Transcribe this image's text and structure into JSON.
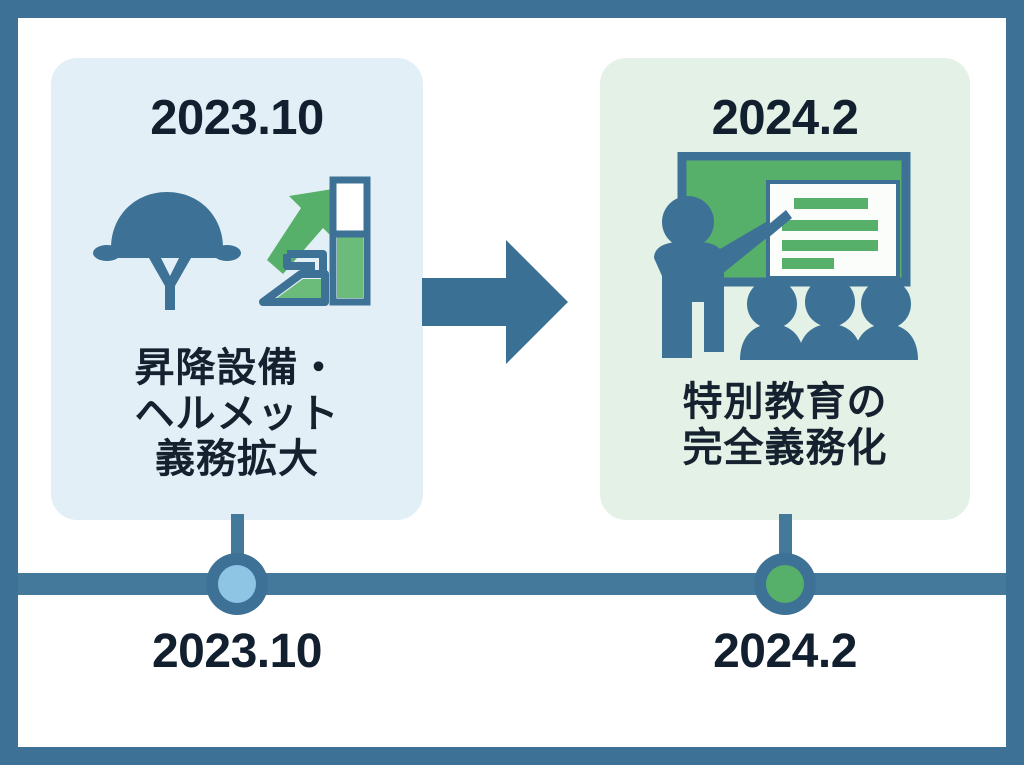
{
  "diagram": {
    "type": "timeline",
    "frame_color": "#3d7296",
    "canvas_color": "#ffffff",
    "axis_color": "#44799c"
  },
  "milestones": [
    {
      "id": "2023-10",
      "card_date": "2023.10",
      "card_label": "昇降設備・\nヘルメット\n義務拡大",
      "axis_label": "2023.10",
      "card_bg": "#e3eff7",
      "node_color": "#8ec4e4",
      "icon_name": "helmet-and-ladder-growth-icon"
    },
    {
      "id": "2024-2",
      "card_date": "2024.2",
      "card_label": "特別教育の\n完全義務化",
      "axis_label": "2024.2",
      "card_bg": "#e4f1e6",
      "node_color": "#56b06a",
      "icon_name": "classroom-training-icon"
    }
  ],
  "connector": {
    "icon_name": "right-arrow-icon",
    "color": "#3a7093"
  },
  "colors": {
    "frame_blue": "#3d7296",
    "icon_blue": "#3d7296",
    "icon_green": "#56b06a",
    "text_dark": "#111f2e"
  }
}
